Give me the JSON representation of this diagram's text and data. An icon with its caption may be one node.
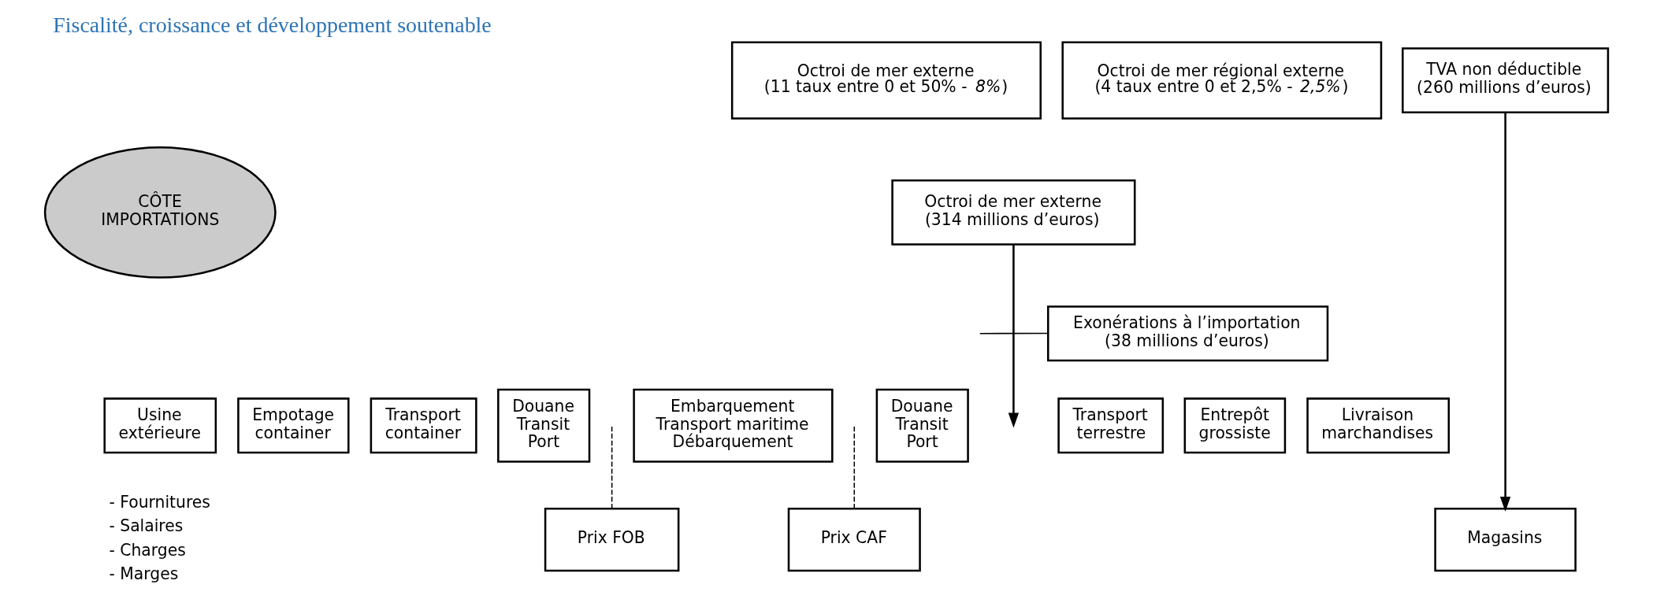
{
  "diagram": {
    "title": "Fiscalité, croissance et développement soutenable",
    "nodes": [
      {
        "text": [
          "CÔTE",
          "IMPORTATIONS"
        ]
      },
      {
        "text": [
          "Octroi de mer externe",
          "(11 taux entre 0 et 50% - *8%*)"
        ]
      },
      {
        "text": [
          "Octroi de mer régional externe",
          "(4 taux entre 0 et 2,5% - *2,5%*)"
        ]
      },
      {
        "text": [
          "Octroi de mer externe",
          "(314 millions d’euros)"
        ]
      },
      {
        "text": [
          "TVA non déductible",
          "(260 millions d’euros)"
        ]
      },
      {
        "text": [
          "Exonérations à l’importation",
          "(38 millions d’euros)"
        ]
      },
      {
        "text": [
          "Usine extérieure"
        ]
      },
      {
        "text": [
          "Empotage container"
        ]
      },
      {
        "text": [
          "Transport container"
        ]
      },
      {
        "text": [
          "Douane Transit Port"
        ]
      },
      {
        "text": [
          "Embarquement Transport maritime Débarquement"
        ]
      },
      {
        "text": [
          "Douane Transit Port"
        ]
      },
      {
        "text": [
          "Transport terrestre"
        ]
      },
      {
        "text": [
          "Entrepôt grossiste"
        ]
      },
      {
        "text": [
          "Livraison marchandises"
        ]
      },
      {
        "text": [
          "Prix FOB"
        ]
      },
      {
        "text": [
          "Prix CAF"
        ]
      },
      {
        "text": [
          "Magasins"
        ]
      }
    ],
    "edges": [
      {
        "from": 3,
        "to": null,
        "arrow": "to"
      },
      {
        "from": 5,
        "to": null,
        "arrow": "none"
      },
      {
        "from": 4,
        "to": 17,
        "arrow": "to"
      },
      {
        "from": null,
        "to": 15,
        "arrow": "none",
        "style": "dashed"
      },
      {
        "from": null,
        "to": 16,
        "arrow": "none",
        "style": "dashed"
      }
    ],
    "labels": [
      "- Fournitures",
      "- Salaires",
      "- Charges",
      "- Marges"
    ]
  }
}
